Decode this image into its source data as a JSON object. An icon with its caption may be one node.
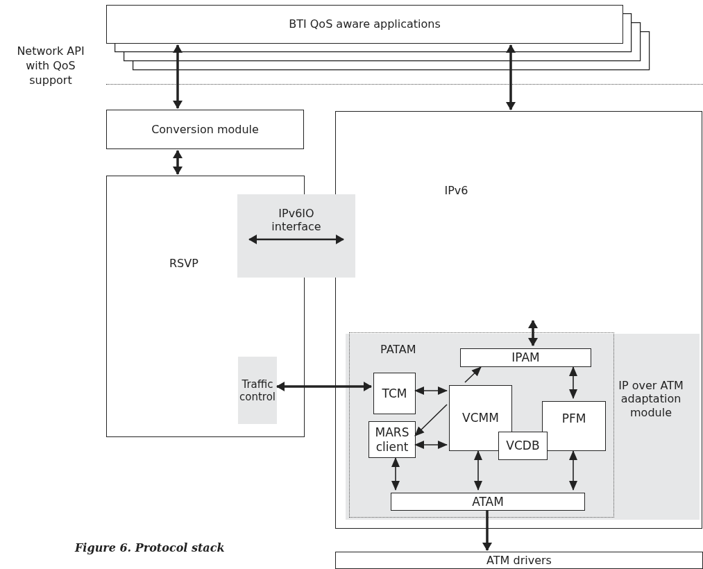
{
  "diagram": {
    "caption": "Figure 6. Protocol stack",
    "nodes": [
      {
        "text": [
          "BTI QoS aware applications"
        ]
      },
      {
        "text": [
          "Conversion module"
        ]
      },
      {
        "text": [
          "RSVP"
        ]
      },
      {
        "text": [
          "IPv6"
        ]
      },
      {
        "text": [
          "IPv6IO interface"
        ]
      },
      {
        "text": [
          "Traffic control"
        ],
        "in": 2
      },
      {
        "text": [
          "IP over ATM adaptation module"
        ],
        "in": 3
      },
      {
        "text": [
          "PATAM"
        ],
        "in": 6
      },
      {
        "text": [
          "IPAM"
        ],
        "in": 7
      },
      {
        "text": [
          "TCM"
        ],
        "in": 7
      },
      {
        "text": [
          "MARS client"
        ],
        "in": 7
      },
      {
        "text": [
          "VCMM"
        ],
        "in": 7
      },
      {
        "text": [
          "PFM"
        ],
        "in": 7
      },
      {
        "text": [
          "VCDB"
        ],
        "in": 7
      },
      {
        "text": [
          "ATAM"
        ],
        "in": 7
      },
      {
        "text": [
          "ATM drivers"
        ]
      }
    ],
    "edges": [
      {
        "from": 0,
        "to": 1,
        "arrow": "both",
        "style": "thick"
      },
      {
        "from": 0,
        "to": 3,
        "arrow": "both",
        "style": "thick"
      },
      {
        "from": 1,
        "to": 2,
        "arrow": "both",
        "style": "thick"
      },
      {
        "from": 5,
        "to": 9,
        "arrow": "both",
        "style": "thick"
      },
      {
        "from": null,
        "to": 8,
        "arrow": "both",
        "style": "thick"
      },
      {
        "from": 14,
        "to": 15,
        "arrow": "to",
        "style": "thick"
      },
      {
        "from": 9,
        "to": 11,
        "arrow": "both"
      },
      {
        "from": 10,
        "to": 11,
        "arrow": "both"
      },
      {
        "from": 11,
        "to": 8,
        "arrow": "to"
      },
      {
        "from": 11,
        "to": 10,
        "arrow": "to"
      },
      {
        "from": 8,
        "to": 12,
        "arrow": "both"
      },
      {
        "from": 10,
        "to": 14,
        "arrow": "both"
      },
      {
        "from": 11,
        "to": 14,
        "arrow": "both"
      },
      {
        "from": 12,
        "to": 14,
        "arrow": "both"
      }
    ],
    "labels": [
      "Network API with QoS support"
    ]
  }
}
